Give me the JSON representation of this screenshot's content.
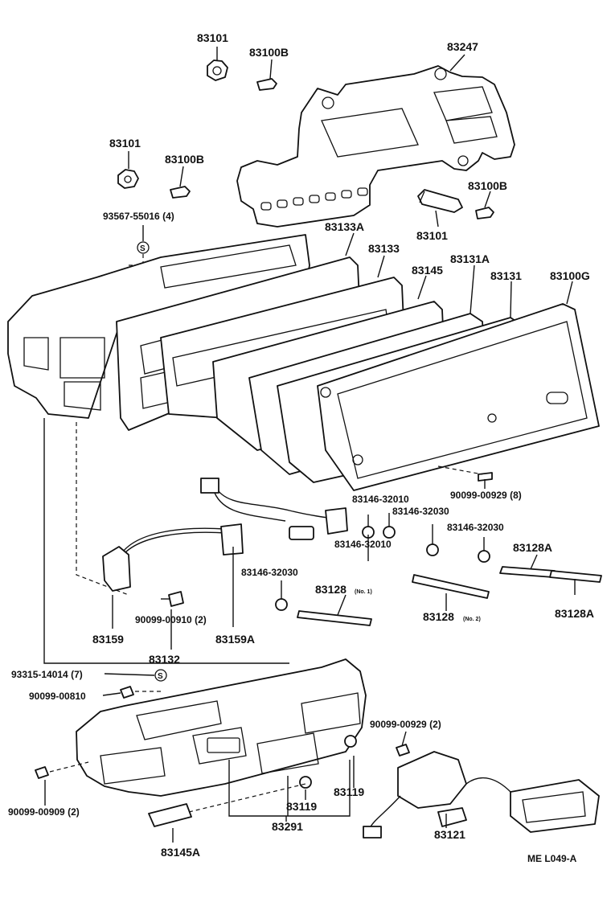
{
  "labels": {
    "p83101_a": "83101",
    "p83100b_a": "83100B",
    "p83247": "83247",
    "p83101_b": "83101",
    "p83100b_b": "83100B",
    "p93567": "93567-55016 (4)",
    "p83100b_c": "83100B",
    "p83101_c": "83101",
    "p83133a": "83133A",
    "p83133": "83133",
    "p83131a": "83131A",
    "p83145": "83145",
    "p83131": "83131",
    "p83100g": "83100G",
    "p90099_00929_8": "90099-00929 (8)",
    "p83146_32010_a": "83146-32010",
    "p83146_32030_a": "83146-32030",
    "p83146_32030_b": "83146-32030",
    "p83128a_a": "83128A",
    "p83146_32030_c": "83146-32030",
    "p83146_32010_b": "83146-32010",
    "p83128_no1": "83128",
    "p83128_no1_suffix": "(No. 1)",
    "p83128_no2": "83128",
    "p83128_no2_suffix": "(No. 2)",
    "p83128a_b": "83128A",
    "p90099_00910_2": "90099-00910 (2)",
    "p83159": "83159",
    "p83159a": "83159A",
    "p83132": "83132",
    "p93315": "93315-14014 (7)",
    "p90099_00810": "90099-00810",
    "p90099_00929_2": "90099-00929 (2)",
    "p83119_a": "83119",
    "p83119_b": "83119",
    "p90099_00909_2": "90099-00909 (2)",
    "p83291": "83291",
    "p83121": "83121",
    "p83145a": "83145A",
    "footer_code": "ME  L049-A"
  },
  "symbols": {
    "s_circle": "S"
  },
  "icons": {
    "bulb": "bulb-socket-icon",
    "screw": "screw-icon",
    "clip": "clip-icon"
  }
}
